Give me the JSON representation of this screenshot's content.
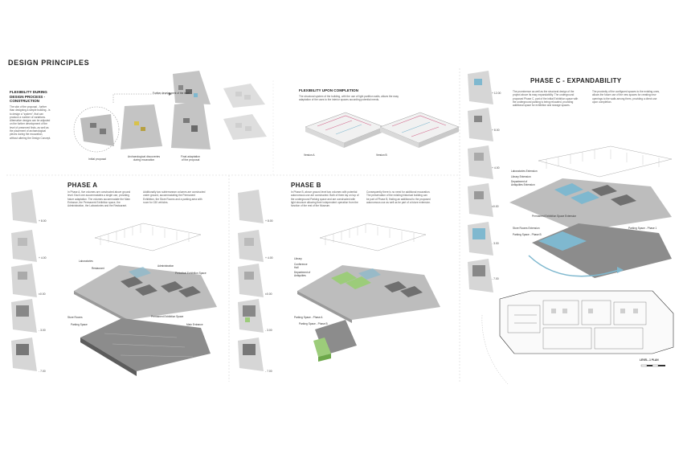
{
  "title": "DESIGN  PRINCIPLES",
  "flex_during": {
    "heading": "FLEXIBILITY DURING DESIGN PROCESS - CONSTRUCTION",
    "text": "The skin of the proposal - further than designing a simple building - is to design a \"system\", that can produce a number of variations. Alternative designs can be adjusted on the further development of the level of preserved finds, as well as the placement of archaeological pieces during the excavation, without altering the Design Concept.",
    "further": "Further development of the level",
    "initial": "Initial proposal",
    "arch_line1": "Archaeological discoveries",
    "arch_line2": "during excavation",
    "final_line1": "Final adaptation",
    "final_line2": "of the proposal"
  },
  "flex_upon": {
    "heading": "FLEXIBILITY UPON COMPLETION",
    "text": "The structural system of the building, with the use of light partition walls, allows the easy adaptation of the uses to the interior spaces according potential needs.",
    "version_a": "Version A",
    "version_b": "Version B"
  },
  "phase_a": {
    "title": "PHASE A",
    "text1": "In Phase A, five volumes are constructed above ground level. Each one accommodates a single use, providing future adaptation. The volumes accommodate the Main Entrance, the Permanent Exhibition space, the Administration, the Laboratories and the Restaurant.",
    "text2": "Additionally two subterranean volumes are constructed under ground, accommodating the Permanent Exhibition, the Store Rooms and a parking area with room for 150 vehicles.",
    "labels": {
      "laboratories": "Laboratories",
      "restaurant": "Restaurant",
      "administration": "Administration",
      "periodical": "Periodical Exhibition Space",
      "store": "Store Rooms",
      "permanent": "Permanent Exhibition Space",
      "parking": "Parking Space",
      "main_entrance": "Main Entrance"
    }
  },
  "phase_b": {
    "title": "PHASE B",
    "text1": "In Phase B, above ground level two volumes with potential autonomous use are constructed. Both of them lay on top of the underground Parking space and are constructed with light structure allowing their independent operation from the function of the rest of the Museum.",
    "text2": "Consequently there is no need for additional excavation. The preservation of the existing historical building can be part of Phase B, finding an additional to the proposed autonomous use as well as be part of a future extension.",
    "labels": {
      "library": "Library",
      "conference": "Conference Hall",
      "department": "Department of Antiquities",
      "parking_a": "Parking Space - Phase A",
      "parking_b": "Parking Space - Phase B"
    }
  },
  "phase_c": {
    "title": "PHASE C - EXPANDABILITY",
    "text1": "The prominence as well as the structural design of the project above its easy expandability. The underground proposed Phase C, part of the initial Exhibition space with the underground parking is being relocated, providing additional space for exhibition and storage spaces.",
    "text2": "The proximity of the configured spaces to the existing ones, allows the future use of the new spaces for creating new openings to the walls among them, providing a direct use upon completion.",
    "labels": {
      "lab_ext": "Laboratories Extension",
      "library_ext": "Library Extension",
      "dept_ext": "Department of Antiquities Extension",
      "perm_ext": "Permanent Exhibition Space Extension",
      "store_ext": "Store Rooms Extension",
      "parking_c": "Parking Space - Phase B",
      "parking_1": "Parking Space - Phase 1"
    },
    "plan_label": "LEVEL -1  PLAN"
  },
  "levels_a": [
    "+ 8.00",
    "+ 4.00",
    "±0.00",
    "- 3.00",
    "- 7.00"
  ],
  "levels_b": [
    "+ 8.00",
    "+ 4.00",
    "±0.00",
    "- 3.00",
    "- 7.00"
  ],
  "levels_c": [
    "+ 12.00",
    "+ 8.00",
    "+ 4.00",
    "±0.00",
    "- 3.00",
    "- 7.00"
  ],
  "colors": {
    "volume": "#8a8a8a",
    "accent_blue": "#7fb8cf",
    "accent_green": "#9ccc7a",
    "accent_yellow": "#d8c24a",
    "accent_pink": "#d46a8e",
    "line": "#cccccc"
  }
}
